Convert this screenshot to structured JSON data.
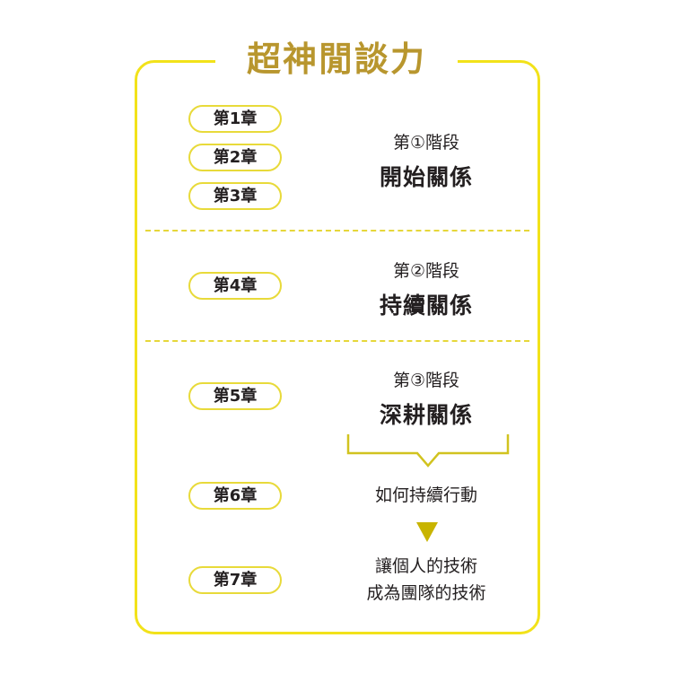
{
  "title": "超神閒談力",
  "chapters": [
    "第1章",
    "第2章",
    "第3章",
    "第4章",
    "第5章",
    "第6章",
    "第7章"
  ],
  "stages": [
    {
      "label": "第①階段",
      "name": "開始關係"
    },
    {
      "label": "第②階段",
      "name": "持續關係"
    },
    {
      "label": "第③階段",
      "name": "深耕關係"
    }
  ],
  "details": {
    "line1": "如何持續行動",
    "line2": "讓個人的技術",
    "line3": "成為團隊的技術"
  },
  "colors": {
    "frame": "#f2e21a",
    "title": "#b8962e",
    "arrow": "#c8b400",
    "text": "#231f20"
  }
}
